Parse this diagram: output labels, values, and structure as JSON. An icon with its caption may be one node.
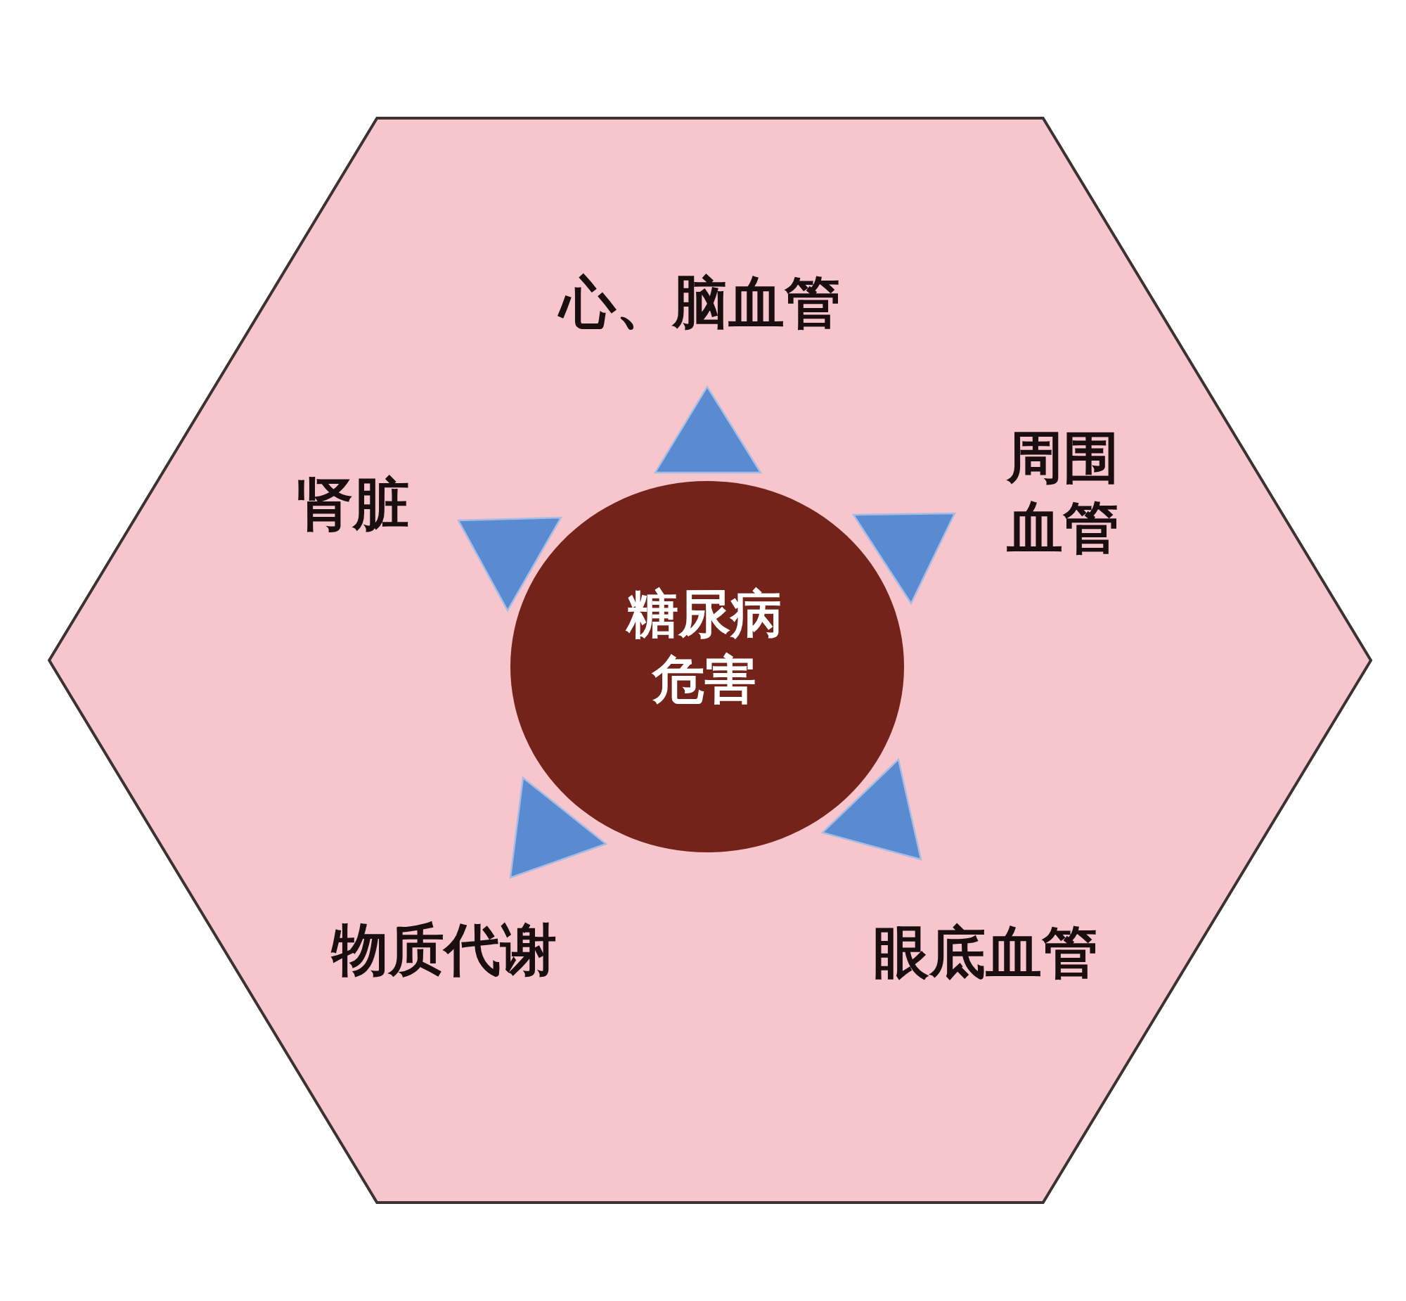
{
  "diagram": {
    "nodes": [
      {
        "text": [],
        "shape": "hexagon"
      },
      {
        "text": [
          "糖尿病危害"
        ],
        "in": 0
      }
    ],
    "labels": [
      "心、脑血管",
      "肾脏",
      "周围血管",
      "物质代谢",
      "眼底血管"
    ]
  }
}
